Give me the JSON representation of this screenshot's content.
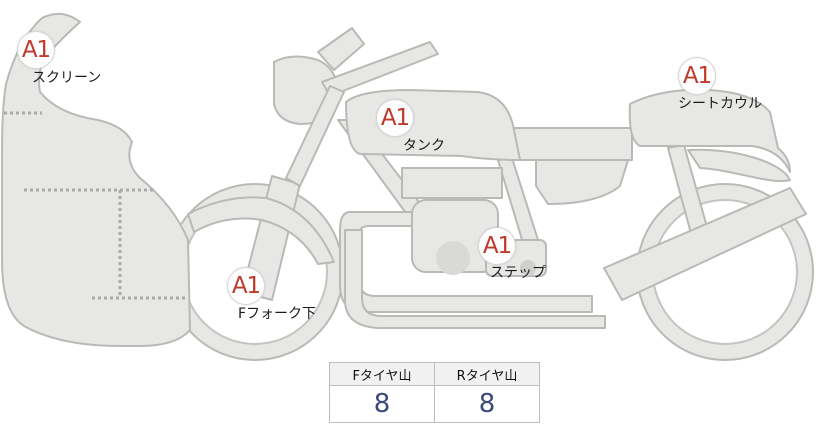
{
  "colors": {
    "body_fill": "#e7e7e5",
    "body_stroke": "#b9b9b6",
    "badge_text": "#c0392b",
    "table_value": "#3b4a7a"
  },
  "parts": [
    {
      "id": "screen",
      "grade": "A1",
      "label": "スクリーン"
    },
    {
      "id": "seat-cowl",
      "grade": "A1",
      "label": "シートカウル"
    },
    {
      "id": "tank",
      "grade": "A1",
      "label": "タンク"
    },
    {
      "id": "step",
      "grade": "A1",
      "label": "ステップ"
    },
    {
      "id": "front-fork",
      "grade": "A1",
      "label": "Fフォーク下"
    }
  ],
  "tires": {
    "headers": [
      "Fタイヤ山",
      "Rタイヤ山"
    ],
    "values": [
      "8",
      "8"
    ]
  }
}
